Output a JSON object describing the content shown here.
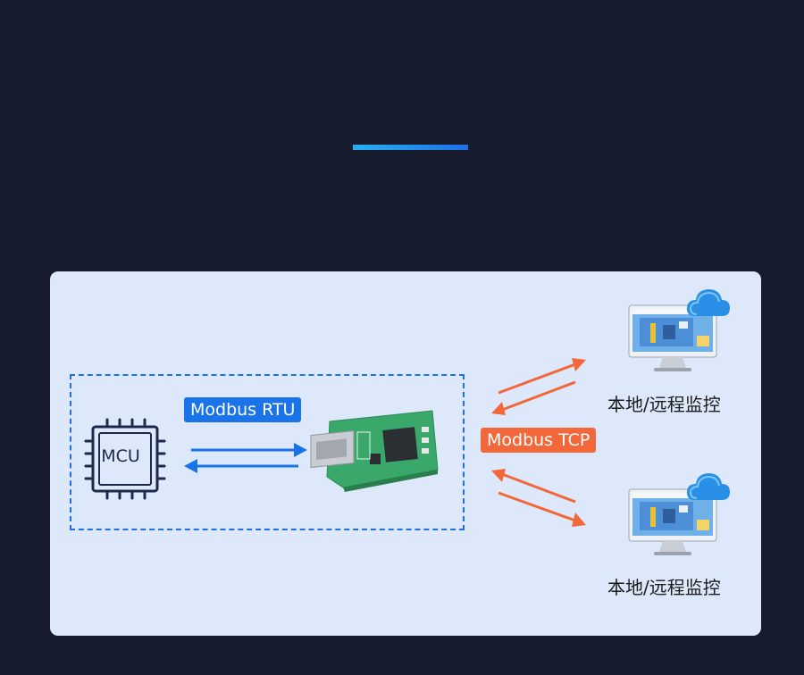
{
  "mcu": {
    "label": "MCU"
  },
  "rtu": {
    "label": "Modbus RTU"
  },
  "tcp": {
    "label": "Modbus TCP"
  },
  "monitors": [
    {
      "caption": "本地/远程监控"
    },
    {
      "caption": "本地/远程监控"
    }
  ],
  "colors": {
    "background": "#161c2e",
    "panel": "#dde9fb",
    "blue_accent": "#1f6fe6",
    "orange_accent": "#f2683a"
  },
  "icons": [
    "chip-icon",
    "serial-module-icon",
    "monitor-icon",
    "cloud-icon",
    "arrow-icon"
  ]
}
